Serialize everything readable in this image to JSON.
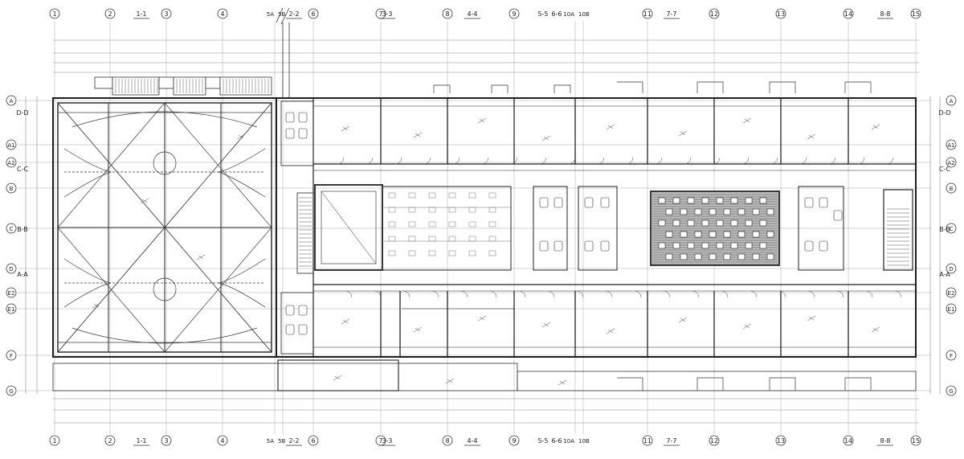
{
  "grid_columns": [
    "1",
    "2",
    "3",
    "4",
    "5A",
    "5B",
    "6",
    "7",
    "8",
    "9",
    "10A",
    "10B",
    "11",
    "12",
    "13",
    "14",
    "15"
  ],
  "grid_rows": [
    "A",
    "A1",
    "A2",
    "B",
    "C",
    "D",
    "E2",
    "E1",
    "F",
    "G"
  ],
  "section_marks_top": [
    "1-1",
    "2-2",
    "3-3",
    "4-4",
    "5-5",
    "6-6",
    "7-7",
    "8-8"
  ],
  "section_marks_side": [
    "D-D",
    "C-C",
    "B-B",
    "A-A"
  ],
  "colors": {
    "line": "#3a3a3a",
    "thin": "#9a9a9a",
    "hatch": "#555555",
    "wall": "#1e1e1e"
  }
}
